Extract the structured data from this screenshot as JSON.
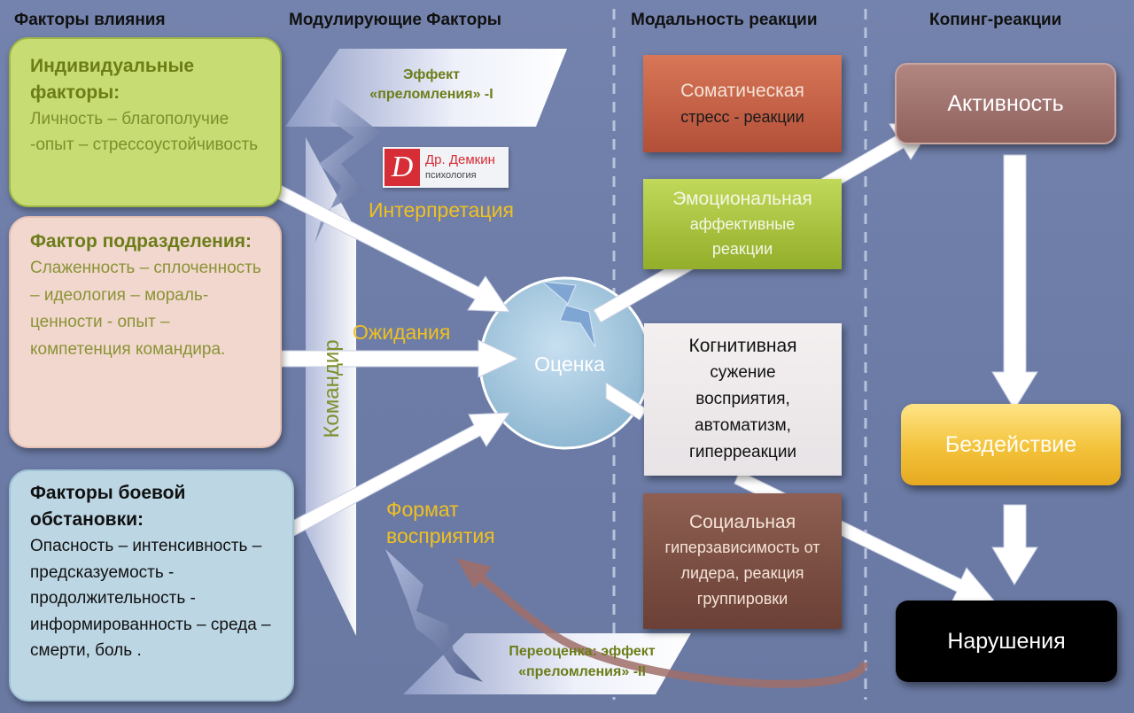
{
  "headers": {
    "col1": "Факторы влияния",
    "col2": "Модулирующие Факторы",
    "col3": "Модальность реакции",
    "col4": "Копинг-реакции"
  },
  "individual": {
    "title": "Индивидуальные факторы:",
    "body": "Личность – благополучие -опыт – стрессоустойчивость"
  },
  "unit": {
    "title": "Фактор подразделения:",
    "body": "Слаженность – сплоченность – идеология – мораль-ценности - опыт – компетенция командира."
  },
  "combat": {
    "title": "Факторы боевой обстановки:",
    "body": "Опасность – интенсивность – предсказуемость - продолжительность - информированность – среда – смерти, боль ."
  },
  "refraction1": "Эффект «преломления» -I",
  "refraction2": "Переоценка: эффект «преломления» -II",
  "commander": "Командир",
  "logo": {
    "brand": "Др. Демкин",
    "sub": "психология",
    "letter": "D"
  },
  "labels": {
    "interpretation": "Интерпретация",
    "expectations": "Ожидания",
    "format": "Формат восприятия"
  },
  "evaluation": "Оценка",
  "modalities": {
    "somatic_title": "Соматическая",
    "somatic_body": "стресс - реакции",
    "emotional_title": "Эмоциональная",
    "emotional_body": "аффективные реакции",
    "cognitive_title": "Когнитивная",
    "cognitive_body": "сужение восприятия, автоматизм, гиперреакции",
    "social_title": "Социальная",
    "social_body": "гиперзависимость от лидера, реакция группировки"
  },
  "coping": {
    "activity": "Активность",
    "inaction": "Бездействие",
    "disorders": "Нарушения"
  },
  "colors": {
    "background": "#6f7fa9",
    "individual": "#c7dc72",
    "unit": "#f2d7cf",
    "combat": "#bcd6e4",
    "accent_text": "#f0c020",
    "somatic": "#c25e44",
    "emotional": "#a6c23a",
    "social": "#7a4e42",
    "activity": "#a07470",
    "inaction": "#f3c23a",
    "disorders": "#000000"
  }
}
